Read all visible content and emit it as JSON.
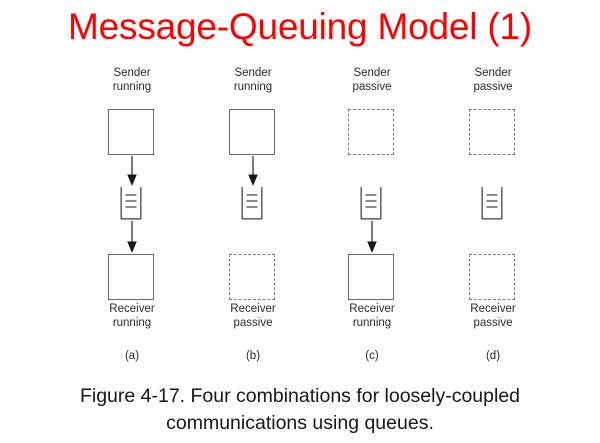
{
  "slide": {
    "title": "Message-Queuing Model (1)",
    "title_color": "#fd0000",
    "background_color": "#ffffff"
  },
  "figure": {
    "stroke_color": "#666a6e",
    "dashed_stroke_color": "#7d8184",
    "arrow_color": "#333333",
    "queue_icon": "message-queue-icon",
    "columns": [
      {
        "letter": "(a)",
        "sender_label_line1": "Sender",
        "sender_label_line2": "running",
        "sender_state": "running",
        "sender_box_style": "solid",
        "receiver_label_line1": "Receiver",
        "receiver_label_line2": "running",
        "receiver_state": "running",
        "receiver_box_style": "solid",
        "arrow_sender_to_queue": true,
        "arrow_queue_to_receiver": true
      },
      {
        "letter": "(b)",
        "sender_label_line1": "Sender",
        "sender_label_line2": "running",
        "sender_state": "running",
        "sender_box_style": "solid",
        "receiver_label_line1": "Receiver",
        "receiver_label_line2": "passive",
        "receiver_state": "passive",
        "receiver_box_style": "dashed",
        "arrow_sender_to_queue": true,
        "arrow_queue_to_receiver": false
      },
      {
        "letter": "(c)",
        "sender_label_line1": "Sender",
        "sender_label_line2": "passive",
        "sender_state": "passive",
        "sender_box_style": "dashed",
        "receiver_label_line1": "Receiver",
        "receiver_label_line2": "running",
        "receiver_state": "running",
        "receiver_box_style": "solid",
        "arrow_sender_to_queue": false,
        "arrow_queue_to_receiver": true
      },
      {
        "letter": "(d)",
        "sender_label_line1": "Sender",
        "sender_label_line2": "passive",
        "sender_state": "passive",
        "sender_box_style": "dashed",
        "receiver_label_line1": "Receiver",
        "receiver_label_line2": "passive",
        "receiver_state": "passive",
        "receiver_box_style": "dashed",
        "arrow_sender_to_queue": false,
        "arrow_queue_to_receiver": false
      }
    ]
  },
  "caption": {
    "line1": "Figure 4-17. Four combinations for loosely-coupled",
    "line2": "communications using queues."
  }
}
